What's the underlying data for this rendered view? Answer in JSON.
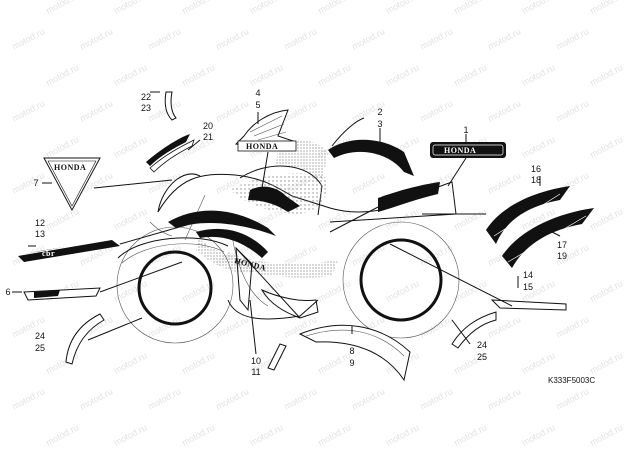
{
  "watermark": {
    "text": "motod.ru"
  },
  "diagram_code": "K333F5003C",
  "brand": {
    "emblem_text": "HONDA",
    "cbr_text": "cbr"
  },
  "colors": {
    "ink": "#111111",
    "watermark": "#e2e2e2",
    "paper": "#ffffff"
  },
  "callouts": {
    "c1": "1",
    "c2": "2",
    "c3": "3",
    "c4": "4",
    "c5": "5",
    "c6": "6",
    "c7": "7",
    "c8": "8",
    "c9": "9",
    "c10": "10",
    "c11": "11",
    "c12": "12",
    "c13": "13",
    "c14": "14",
    "c15": "15",
    "c16": "16",
    "c17": "17",
    "c18": "18",
    "c19": "19",
    "c20": "20",
    "c21": "21",
    "c22": "22",
    "c23": "23",
    "c24a": "24",
    "c25a": "25",
    "c24b": "24",
    "c25b": "25"
  }
}
